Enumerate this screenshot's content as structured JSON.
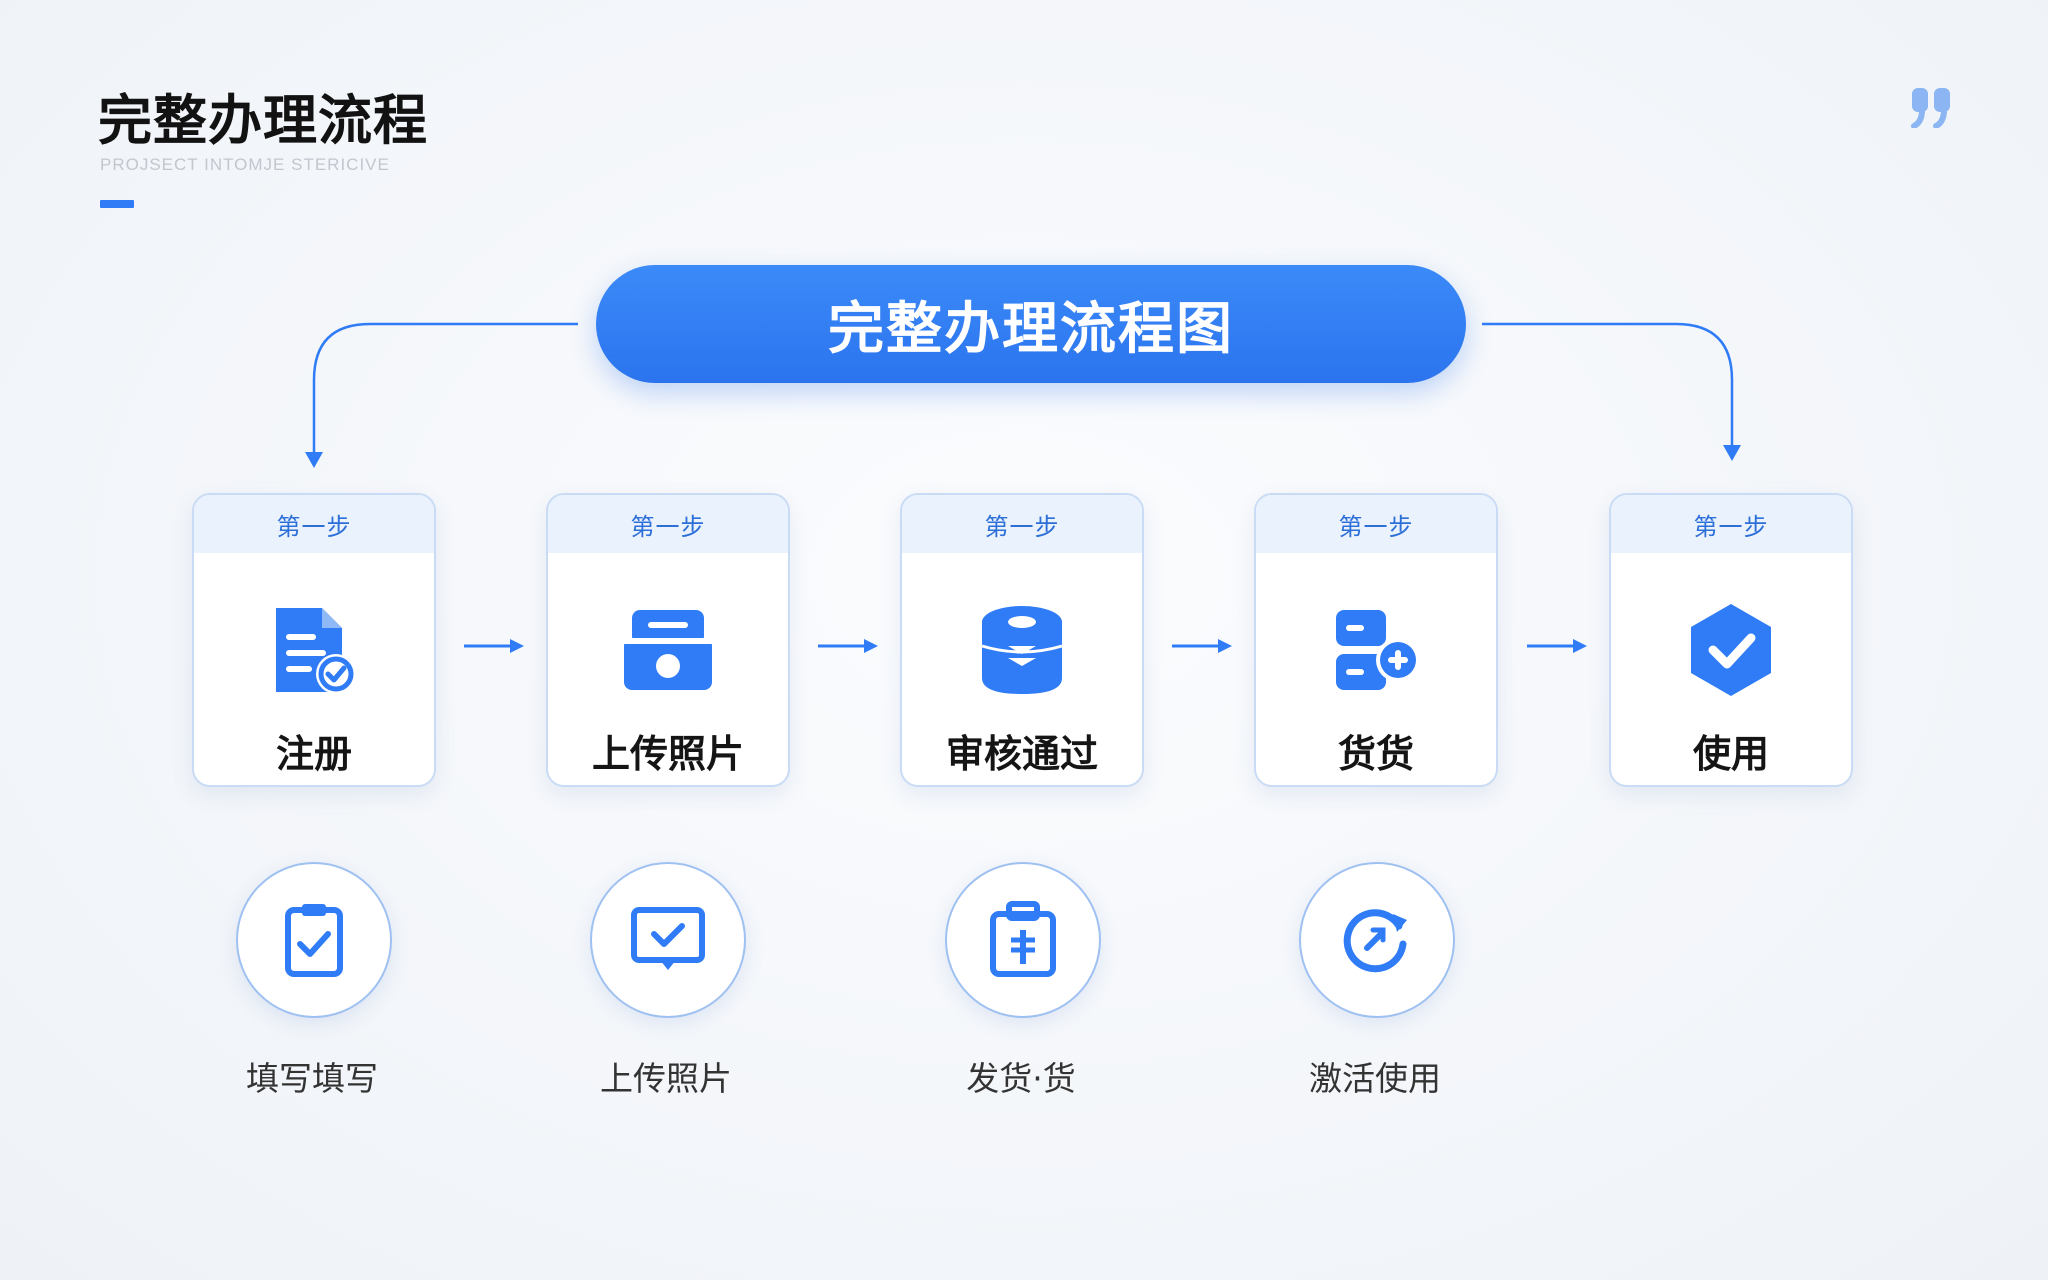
{
  "header": {
    "title": "完整办理流程",
    "subtitle": "PROJSECT INTOMJE STERICIVE",
    "quote_icon": "quote-icon"
  },
  "banner": {
    "text": "完整办理流程图"
  },
  "steps": [
    {
      "badge": "第一步",
      "label": "注册",
      "icon": "document-check-icon"
    },
    {
      "badge": "第一步",
      "label": "上传照片",
      "icon": "camera-icon"
    },
    {
      "badge": "第一步",
      "label": "审核通过",
      "icon": "database-icon"
    },
    {
      "badge": "第一步",
      "label": "货货",
      "icon": "server-add-icon"
    },
    {
      "badge": "第一步",
      "label": "使用",
      "icon": "shield-check-icon"
    }
  ],
  "sub_steps": [
    {
      "label": "填写填写",
      "icon": "clipboard-check-icon"
    },
    {
      "label": "上传照片",
      "icon": "monitor-check-icon"
    },
    {
      "label": "发货·货",
      "icon": "clipboard-yen-icon"
    },
    {
      "label": "激活使用",
      "icon": "refresh-activate-icon"
    }
  ],
  "colors": {
    "accent": "#2f7cf6",
    "card_border": "#c9dbf5",
    "card_header": "#eaf2fd"
  }
}
